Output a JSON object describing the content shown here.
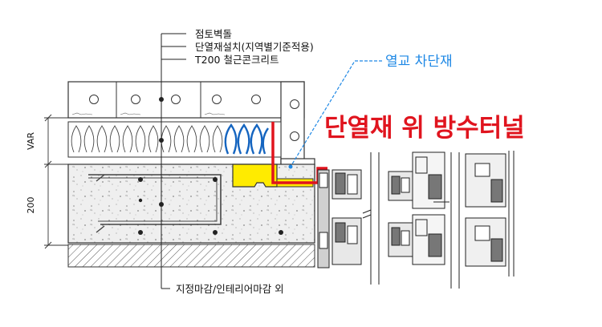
{
  "callouts": {
    "layer1": "점토벽돌",
    "layer2": "단열재설치(지역별기준적용)",
    "layer3": "T200 철근콘크리트",
    "bottom": "지정마감/인테리어마감 외"
  },
  "thermal_break": {
    "label": "열교 차단재",
    "color": "#1e88e5"
  },
  "annotation": {
    "text": "단열재 위 방수터널",
    "color": "#e0141e"
  },
  "dimensions": {
    "top": "VAR",
    "bottom": "200"
  },
  "colors": {
    "insulation_blue": "#1565c0",
    "thermal_break_fill": "#ffeb00",
    "waterproof_red": "#e0141e"
  }
}
